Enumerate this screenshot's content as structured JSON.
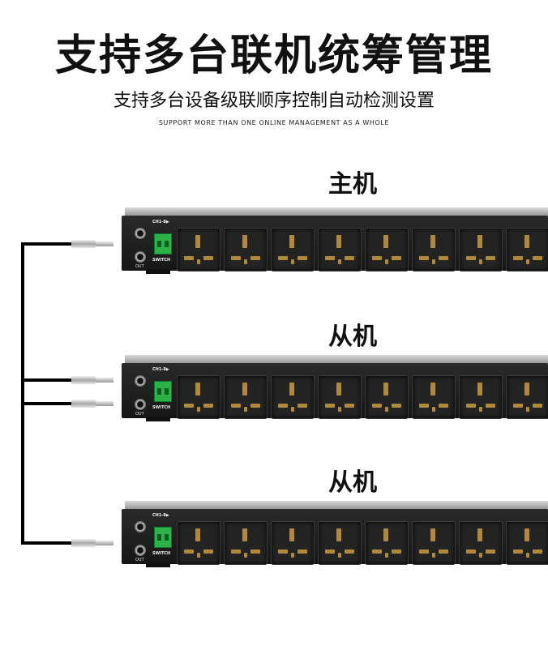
{
  "title": "支持多台联机统筹管理",
  "subtitle": "支持多台设备级联顺序控制自动检测设置",
  "caption": "SUPPORT MORE THAN ONE ONLINE MANAGEMENT AS A WHOLE",
  "units": [
    {
      "label": "主机",
      "ch_label": "CH1-8▶",
      "switch_label": "SWITCH",
      "out_label": "OUT"
    },
    {
      "label": "从机",
      "ch_label": "CH1-8▶",
      "switch_label": "SWITCH",
      "out_label": "OUT"
    },
    {
      "label": "从机",
      "ch_label": "CH1-8▶",
      "switch_label": "SWITCH",
      "out_label": "OUT"
    }
  ],
  "colors": {
    "switch": "#2bb34a",
    "chassis": "#1f1f1f",
    "cable": "#000000"
  }
}
